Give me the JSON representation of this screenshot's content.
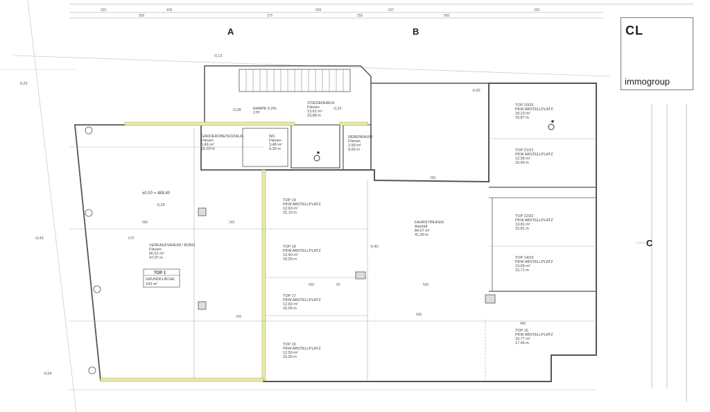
{
  "logo": {
    "mark": "CL",
    "name": "immogroup"
  },
  "grid_axes": [
    "A",
    "B",
    "C"
  ],
  "datum": "±0,00 = 488,40",
  "levels": [
    "-0,28",
    "-0,38",
    "-0,32",
    "-0,30",
    "-0,40",
    "-0,43",
    "-0,64",
    "-0,29",
    "-0,12"
  ],
  "top_dimensions": [
    "320",
    "300",
    "409",
    "270",
    "509",
    "250",
    "607",
    "560",
    "250"
  ],
  "inner_dimensions": [
    "560",
    "240",
    "670",
    "665",
    "60",
    "505",
    "595",
    "240",
    "250",
    "480"
  ],
  "top1": {
    "title": "TOP 1",
    "label": "GRUNDFLÄCHE",
    "value": "100 m²"
  },
  "rooms": [
    {
      "name": "VERKAUFSRAUM / BÜRO",
      "floor": "Fliesen",
      "area": "95,51 m²",
      "perimeter": "47,07 m"
    },
    {
      "name": "RAMPE 5,0%",
      "floor": "",
      "area": "17P",
      "perimeter": ""
    },
    {
      "name": "STIEGENHAUS",
      "floor": "Fliesen",
      "area": "13,61 m²",
      "perimeter": "23,88 m"
    },
    {
      "name": "GARDEROBE/SOZIALR.",
      "floor": "Fliesen",
      "area": "5,49 m²",
      "perimeter": "10,03 m"
    },
    {
      "name": "WC",
      "floor": "Fliesen",
      "area": "3,48 m²",
      "perimeter": "6,30 m"
    },
    {
      "name": "NEBENRAUM",
      "floor": "Fliesen",
      "area": "2,59 m²",
      "perimeter": "6,63 m"
    },
    {
      "name": "FAHRSTREIFEN",
      "floor": "Asphalt",
      "area": "84,07 m²",
      "perimeter": "41,00 m"
    }
  ],
  "parking": [
    {
      "top": "TOP 19",
      "type": "PKW ABSTELLPLATZ",
      "area": "12,63 m²",
      "perimeter": "15,10 m"
    },
    {
      "top": "TOP 18",
      "type": "PKW ABSTELLPLATZ",
      "area": "12,40 m²",
      "perimeter": "15,00 m"
    },
    {
      "top": "TOP 17",
      "type": "PKW ABSTELLPLATZ",
      "area": "12,60 m²",
      "perimeter": "15,00 m"
    },
    {
      "top": "TOP 16",
      "type": "PKW ABSTELLPLATZ",
      "area": "12,50 m²",
      "perimeter": "15,00 m"
    },
    {
      "top": "TOP 20/20",
      "type": "PKW ABSTELLPLATZ",
      "area": "18,23 m²",
      "perimeter": "15,87 m"
    },
    {
      "top": "TOP 21/21",
      "type": "PKW ABSTELLPLATZ",
      "area": "12,58 m²",
      "perimeter": "15,56 m"
    },
    {
      "top": "TOP 22/22",
      "type": "PKW ABSTELLPLATZ",
      "area": "13,81 m²",
      "perimeter": "15,81 m"
    },
    {
      "top": "TOP 14/23",
      "type": "PKW ABSTELLPLATZ",
      "area": "13,69 m²",
      "perimeter": "15,71 m"
    },
    {
      "top": "TOP 15",
      "type": "PKW ABSTELLPLATZ",
      "area": "16,77 m²",
      "perimeter": "17,46 m"
    }
  ],
  "colors": {
    "wall": "#555555",
    "insulation": "#e8eaa0",
    "line": "#999999"
  }
}
